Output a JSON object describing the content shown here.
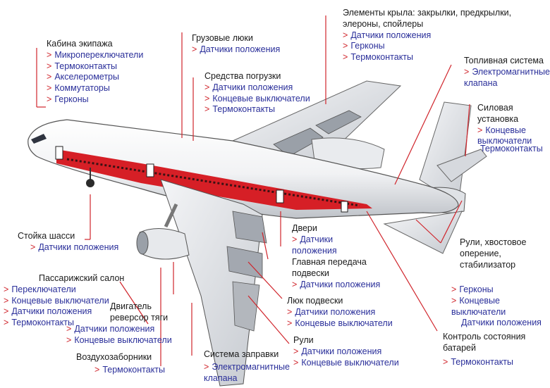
{
  "colors": {
    "accent": "#d0242b",
    "item_text": "#2a2f9a",
    "title_text": "#1a1a1a",
    "fuselage_band": "#d61f26"
  },
  "bullet": ">",
  "labels": {
    "cockpit": {
      "title": "Кабина экипажа",
      "items": [
        "Микропереключатели",
        "Термоконтакты",
        "Акселерометры",
        "Коммутаторы",
        "Герконы"
      ]
    },
    "cargo": {
      "title": "Грузовые люки",
      "items": [
        "Датчики положения"
      ]
    },
    "loading": {
      "title": "Средства погрузки",
      "items": [
        "Датчики положения",
        "Концевые выключатели",
        "Термоконтакты"
      ]
    },
    "wing": {
      "title": "Элементы крыла: закрылки, предкрылки,\nэлероны, спойлеры",
      "items": [
        "Датчики положения",
        "Герконы",
        "Термоконтакты"
      ]
    },
    "fuel": {
      "title": "Топливная система",
      "items": [
        "Электромагнитные\nклапана"
      ]
    },
    "power": {
      "title": "Силовая\nустановка",
      "items": [
        "Концевые\nвыключатели"
      ],
      "extra": "Термоконтакты"
    },
    "gear": {
      "title": "Стойка шасси",
      "items": [
        "Датчики положения"
      ]
    },
    "doors": {
      "title": "Двери",
      "items": [
        "Датчики\nположения"
      ]
    },
    "main_gear": {
      "title": "Главная передача\nподвески",
      "items": [
        "Датчики положения"
      ]
    },
    "cabin": {
      "title": "Пассарижский салон",
      "items": [
        "Переключатели",
        "Концевые выключатели",
        "Датчики положения",
        "Термоконтакты"
      ]
    },
    "engine": {
      "title": "Двигатель\nреверсор тяги",
      "items": [
        "Датчики положения",
        "Концевые выключатели"
      ]
    },
    "hatch": {
      "title": "Люк подвески",
      "items": [
        "Датчики положения",
        "Концевые выключатели"
      ]
    },
    "rudders": {
      "title": "Рули, хвостовое\nоперение,\nстабилизатор",
      "items": []
    },
    "tail_sensors": {
      "items": [
        "Герконы",
        "Концевые\nвыключатели",
        "Датчики положения"
      ]
    },
    "rudders_low": {
      "title": "Рули",
      "items": [
        "Датчики положения",
        "Концевые выключатели"
      ]
    },
    "battery": {
      "title": "Контроль состояния\nбатарей",
      "items": [
        "Термоконтакты"
      ]
    },
    "intakes": {
      "title": "Воздухозаборники",
      "items": [
        "Термоконтакты"
      ]
    },
    "refuel": {
      "title": "Система заправки",
      "items": [
        "Электромагнитные\nклапана"
      ]
    }
  }
}
